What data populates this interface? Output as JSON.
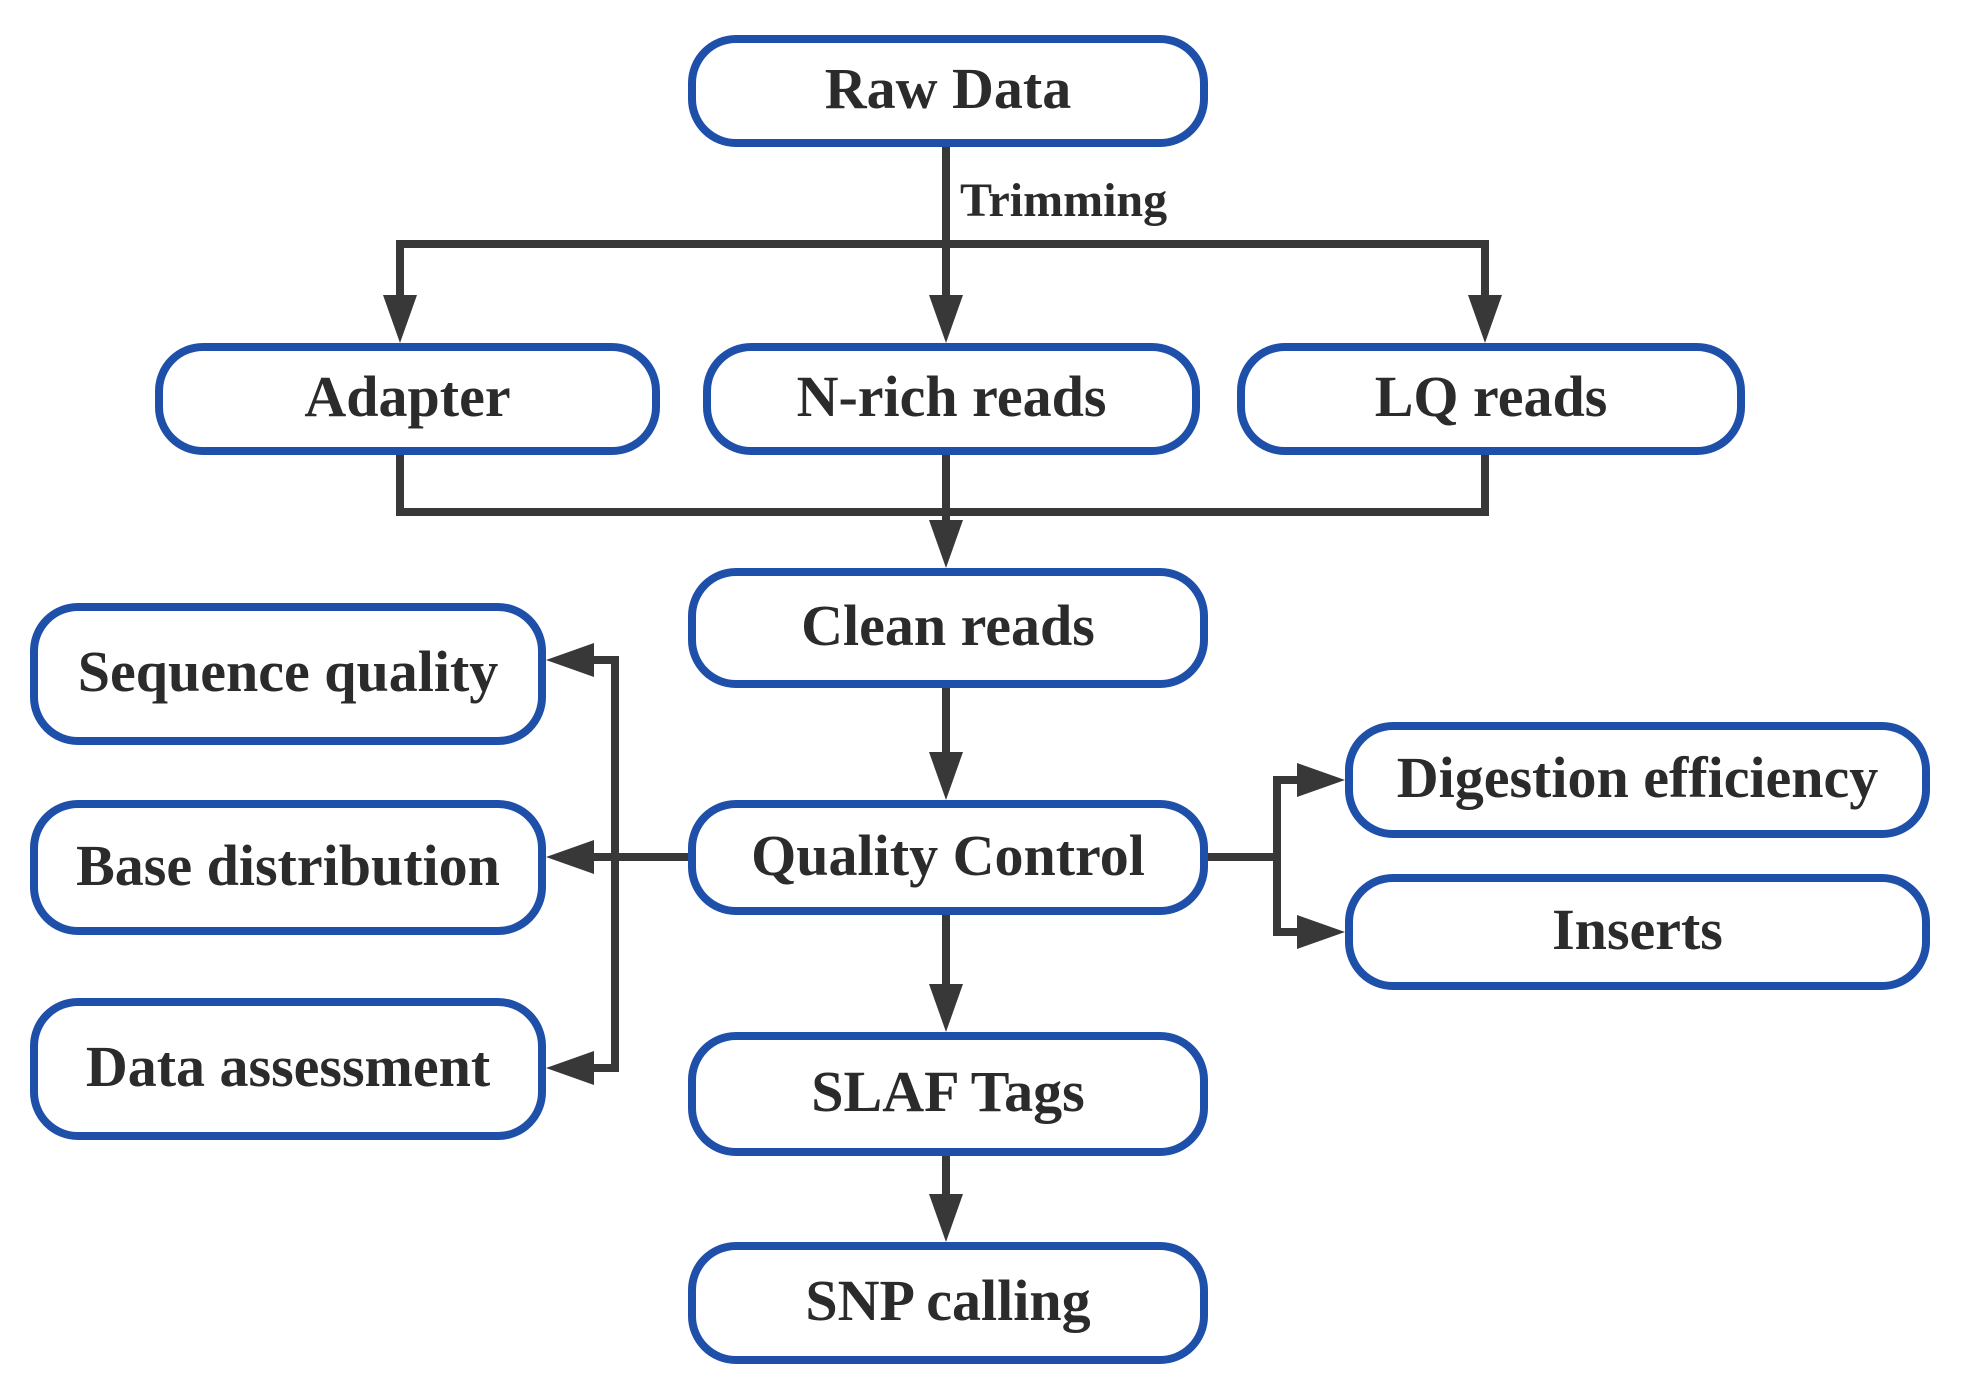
{
  "diagram": {
    "type": "flowchart",
    "colors": {
      "background": "#ffffff",
      "node_border": "#1e50aa",
      "node_fill": "#ffffff",
      "connector": "#383838",
      "label_text": "#2b2b2b"
    },
    "edge_labels": {
      "trimming": "Trimming"
    },
    "nodes": {
      "raw_data": {
        "label": "Raw Data"
      },
      "adapter": {
        "label": "Adapter"
      },
      "n_rich_reads": {
        "label": "N-rich reads"
      },
      "lq_reads": {
        "label": "LQ reads"
      },
      "clean_reads": {
        "label": "Clean reads"
      },
      "sequence_quality": {
        "label": "Sequence quality"
      },
      "base_distribution": {
        "label": "Base distribution"
      },
      "data_assessment": {
        "label": "Data assessment"
      },
      "quality_control": {
        "label": "Quality Control"
      },
      "digestion_efficiency": {
        "label": "Digestion efficiency"
      },
      "inserts": {
        "label": "Inserts"
      },
      "slaf_tags": {
        "label": "SLAF Tags"
      },
      "snp_calling": {
        "label": "SNP calling"
      }
    },
    "edges": [
      {
        "from": "raw_data",
        "to": "adapter",
        "label": "Trimming"
      },
      {
        "from": "raw_data",
        "to": "n_rich_reads",
        "label": "Trimming"
      },
      {
        "from": "raw_data",
        "to": "lq_reads",
        "label": "Trimming"
      },
      {
        "from": "adapter",
        "to": "clean_reads"
      },
      {
        "from": "n_rich_reads",
        "to": "clean_reads"
      },
      {
        "from": "lq_reads",
        "to": "clean_reads"
      },
      {
        "from": "clean_reads",
        "to": "quality_control"
      },
      {
        "from": "quality_control",
        "to": "sequence_quality"
      },
      {
        "from": "quality_control",
        "to": "base_distribution"
      },
      {
        "from": "quality_control",
        "to": "data_assessment"
      },
      {
        "from": "quality_control",
        "to": "digestion_efficiency"
      },
      {
        "from": "quality_control",
        "to": "inserts"
      },
      {
        "from": "quality_control",
        "to": "slaf_tags"
      },
      {
        "from": "slaf_tags",
        "to": "snp_calling"
      }
    ]
  }
}
